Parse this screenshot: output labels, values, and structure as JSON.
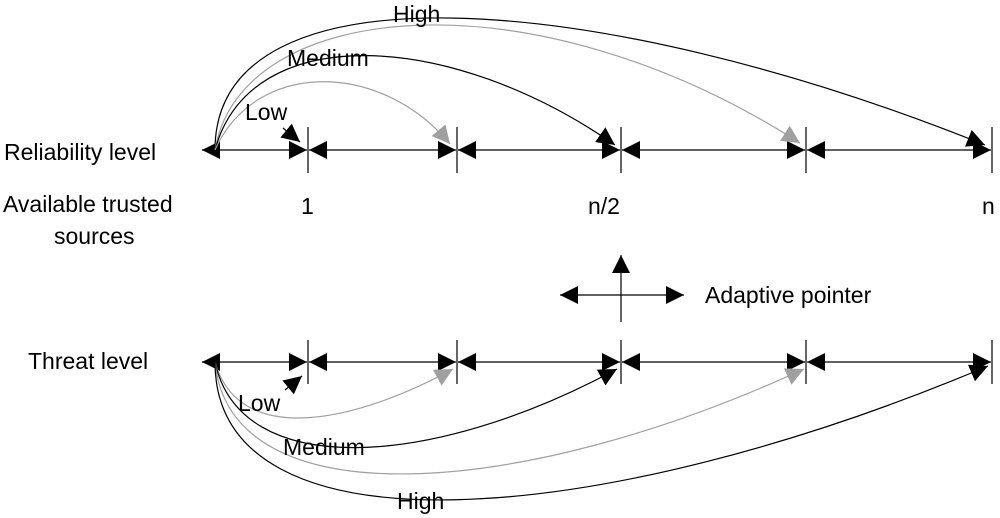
{
  "colors": {
    "black": "#000000",
    "gray": "#a0a0a0",
    "background": "#ffffff"
  },
  "labels": {
    "reliability_level": "Reliability level",
    "available_line1": "Available trusted",
    "available_line2": "sources",
    "threat_level": "Threat level",
    "adaptive_pointer": "Adaptive pointer"
  },
  "ticks": {
    "t1": "1",
    "t2": "n/2",
    "t3": "n"
  },
  "top_arcs": {
    "high": "High",
    "medium": "Medium",
    "low": "Low"
  },
  "bottom_arcs": {
    "low": "Low",
    "medium": "Medium",
    "high": "High"
  }
}
